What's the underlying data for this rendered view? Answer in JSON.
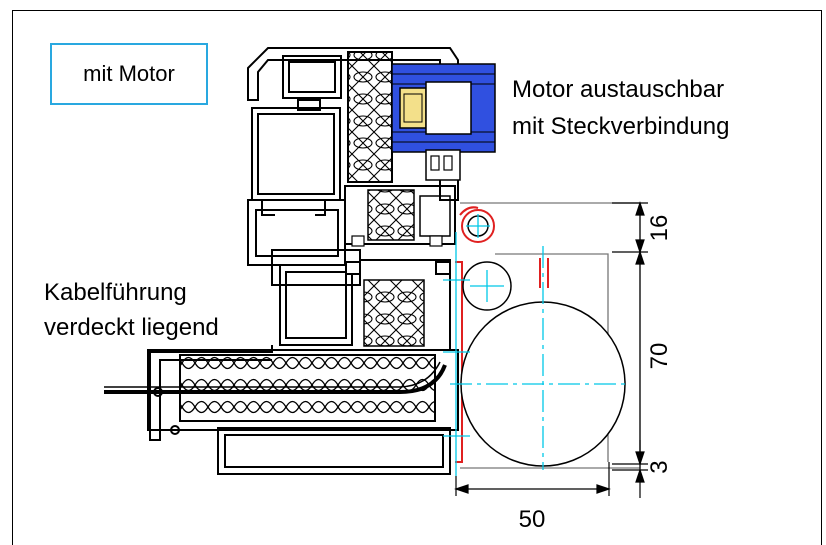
{
  "tag": "mit Motor",
  "motor_note": {
    "line1": "Motor austauschbar",
    "line2": "mit Steckverbindung"
  },
  "cable_note": {
    "line1": "Kabelführung",
    "line2": "verdeckt liegend"
  },
  "dimensions": {
    "top": "16",
    "middle": "70",
    "bottom": "3",
    "width": "50"
  },
  "colors": {
    "accent_box": "#29a8e0",
    "center_lines": "#00c8e8",
    "motor": "#3050e0",
    "guide_rail": "#e02020",
    "profile": "#000000"
  }
}
